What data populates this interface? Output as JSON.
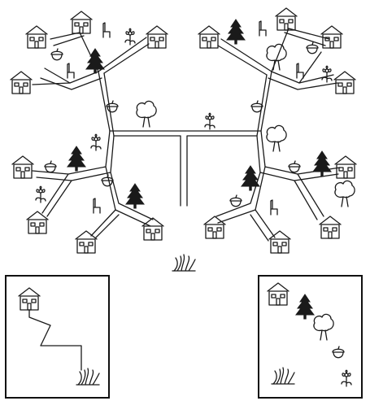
{
  "scene": {
    "description_free": true,
    "houses_main": 16,
    "houses_in_insets": 2,
    "inset_left": {
      "items": [
        "house-icon",
        "path",
        "grass-icon"
      ]
    },
    "inset_right": {
      "items": [
        "house-icon",
        "pine-tree-icon",
        "deciduous-tree-icon",
        "acorn-icon",
        "flower-icon",
        "grass-icon"
      ]
    }
  },
  "colors": {
    "ink": "#1a1a1a",
    "background": "#ffffff"
  }
}
